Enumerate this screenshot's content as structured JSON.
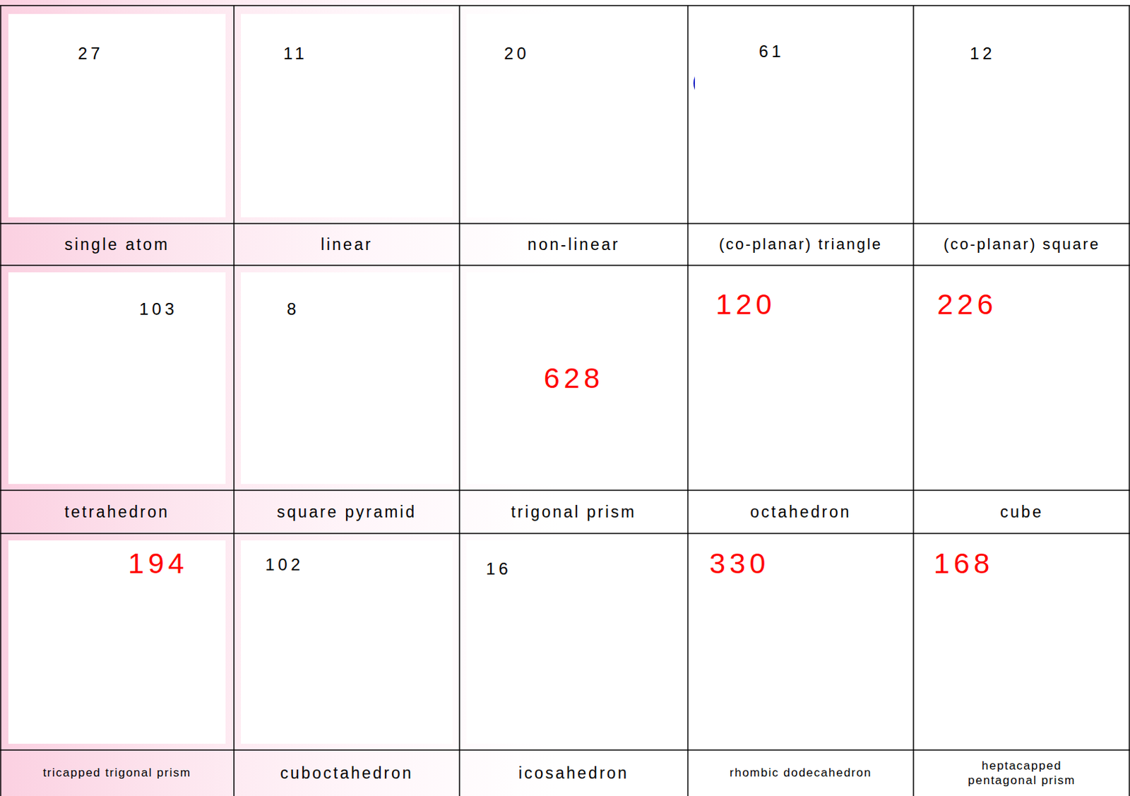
{
  "diagram": {
    "labels": [
      "27",
      "single atom",
      "11",
      "linear",
      "20",
      "non-linear",
      "61",
      "(co-planar) triangle",
      "12",
      "(co-planar) square",
      "103",
      "tetrahedron",
      "8",
      "square pyramid",
      "628",
      "trigonal prism",
      "120",
      "octahedron",
      "226",
      "cube",
      "194",
      "tricapped trigonal prism",
      "102",
      "cuboctahedron",
      "16",
      "icosahedron",
      "330",
      "rhombic dodecahedron",
      "168",
      "heptacapped pentagonal prism"
    ]
  }
}
